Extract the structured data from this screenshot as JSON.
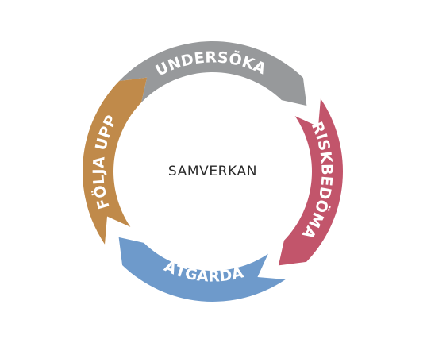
{
  "diagram": {
    "center_label": "SAMVERKAN",
    "steps": [
      {
        "label": "UNDERSÖKA",
        "color": "#97999b"
      },
      {
        "label": "RISKBEDÖMA",
        "color": "#c2556b"
      },
      {
        "label": "ÅTGÄRDA",
        "color": "#6e9acb"
      },
      {
        "label": "FÖLJA UPP",
        "color": "#c08a4a"
      }
    ]
  }
}
